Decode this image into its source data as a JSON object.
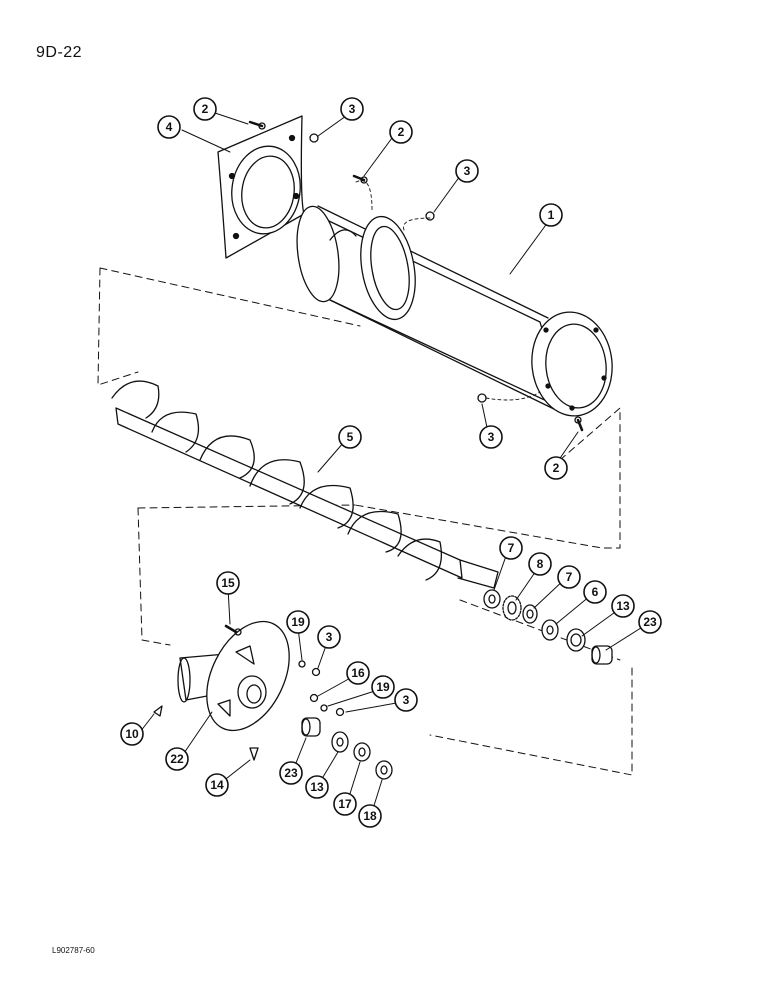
{
  "page": {
    "page_number": "9D-22",
    "figure_code": "L902787-60"
  },
  "callouts": {
    "c1": "1",
    "c2a": "2",
    "c2b": "2",
    "c2c": "2",
    "c3a": "3",
    "c3b": "3",
    "c3c": "3",
    "c3d": "3",
    "c3e": "3",
    "c4": "4",
    "c5": "5",
    "c6": "6",
    "c7a": "7",
    "c7b": "7",
    "c8": "8",
    "c10": "10",
    "c13a": "13",
    "c13b": "13",
    "c14": "14",
    "c15": "15",
    "c16": "16",
    "c17": "17",
    "c18": "18",
    "c19a": "19",
    "c19b": "19",
    "c22": "22",
    "c23a": "23",
    "c23b": "23"
  },
  "colors": {
    "ink": "#111111",
    "paper": "#ffffff"
  }
}
